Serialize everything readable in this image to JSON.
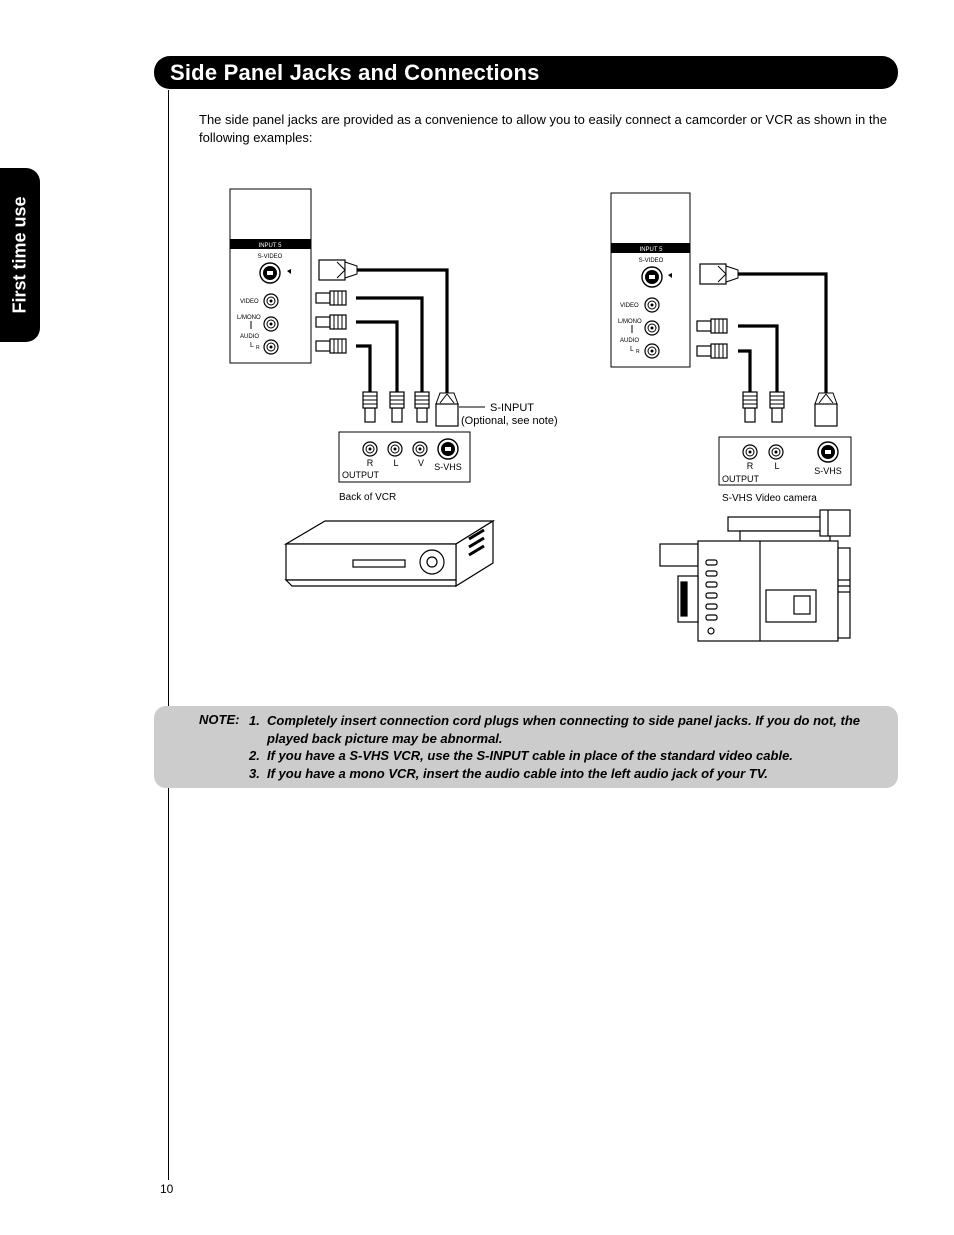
{
  "side_tab": "First time use",
  "title": "Side Panel Jacks and Connections",
  "intro": "The side panel jacks are provided as a convenience to allow you to easily connect a camcorder or VCR as shown in the following examples:",
  "panel": {
    "input": "INPUT 5",
    "svideo": "S-VIDEO",
    "video": "VIDEO",
    "lmono": "L/MONO",
    "audio": "AUDIO",
    "l": "L",
    "r": "R"
  },
  "vcr": {
    "r": "R",
    "l": "L",
    "v": "V",
    "svhs": "S-VHS",
    "output": "OUTPUT",
    "caption": "Back of VCR"
  },
  "camera": {
    "r": "R",
    "l": "L",
    "svhs": "S-VHS",
    "output": "OUTPUT",
    "caption": "S-VHS Video camera"
  },
  "sinput": {
    "label": "S-INPUT",
    "note": "(Optional, see note)"
  },
  "note": {
    "label": "NOTE:",
    "items": [
      {
        "num": "1.",
        "text": "Completely insert connection cord plugs when connecting to side panel jacks. If you do not, the played back picture may be abnormal."
      },
      {
        "num": "2.",
        "text": "If you have a S-VHS VCR, use the S-INPUT cable in place of the standard video cable."
      },
      {
        "num": "3.",
        "text": "If you have a mono VCR, insert the audio cable into the left audio jack of your TV."
      }
    ]
  },
  "page_number": "10"
}
